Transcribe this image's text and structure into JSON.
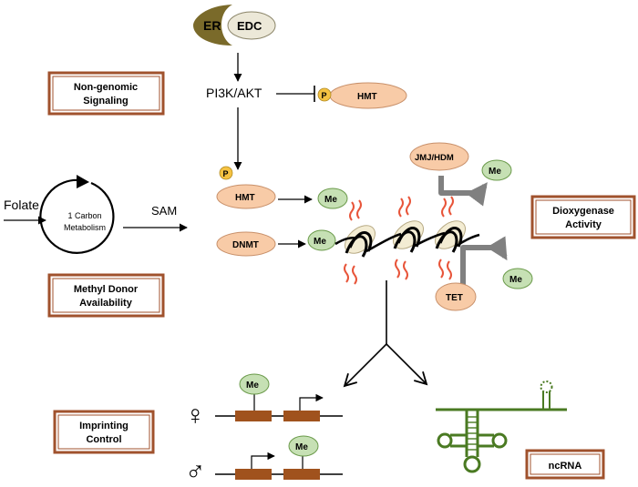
{
  "receptor": {
    "er": "ER",
    "edc": "EDC"
  },
  "pathway": {
    "pi3k": "PI3K/AKT"
  },
  "enzymes": {
    "hmt_top": "HMT",
    "hmt_mid": "HMT",
    "dnmt": "DNMT",
    "jmj": "JMJ/HDM",
    "tet": "TET"
  },
  "marks": {
    "p": "P",
    "me": "Me"
  },
  "metabolism": {
    "folate": "Folate",
    "sam": "SAM",
    "line1": "1 Carbon",
    "line2": "Metabolism"
  },
  "boxes": {
    "nongenomic": [
      "Non-genomic",
      "Signaling"
    ],
    "methyl": [
      "Methyl Donor",
      "Availability"
    ],
    "dioxygenase": [
      "Dioxygenase",
      "Activity"
    ],
    "imprinting": [
      "Imprinting",
      "Control"
    ],
    "ncrna": "ncRNA"
  },
  "symbols": {
    "female": "♀",
    "male": "♂"
  },
  "colors": {
    "box_border": "#a0522d",
    "enzyme_fill": "#f8cba7",
    "enzyme_stroke": "#c8906a",
    "me_fill": "#c6e0b4",
    "me_stroke": "#6a9a4a",
    "p_fill": "#f5c242",
    "gene_block": "#a0521d",
    "ncrna": "#4a7a22",
    "histone_wave": "#e8553a",
    "er_fill": "#7a6a2a",
    "edc_fill": "#ece8d8",
    "gray_arrow": "#808080"
  }
}
